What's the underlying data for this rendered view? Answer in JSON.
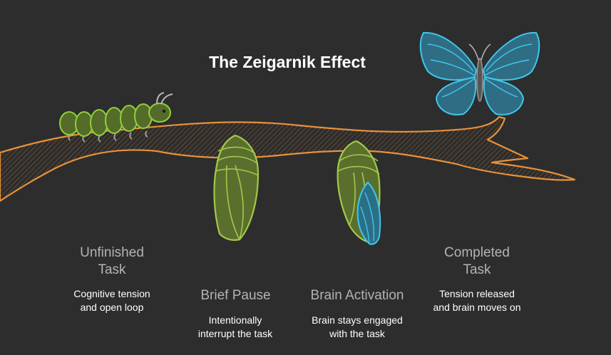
{
  "title": "The Zeigarnik Effect",
  "stages": [
    {
      "heading": "Unfinished\nTask",
      "description": "Cognitive tension\nand open loop"
    },
    {
      "heading": "Brief Pause",
      "description": "Intentionally\ninterrupt the task"
    },
    {
      "heading": "Brain Activation",
      "description": "Brain stays engaged\nwith the task"
    },
    {
      "heading": "Completed\nTask",
      "description": "Tension released\nand brain moves on"
    }
  ],
  "colors": {
    "background": "#2d2d2d",
    "branch": "#e8913a",
    "caterpillar": "#8fd13a",
    "chrysalis": "#a3c948",
    "butterfly": "#3fc7ea"
  },
  "icons": [
    "branch",
    "caterpillar",
    "chrysalis",
    "emerging-chrysalis",
    "butterfly"
  ]
}
